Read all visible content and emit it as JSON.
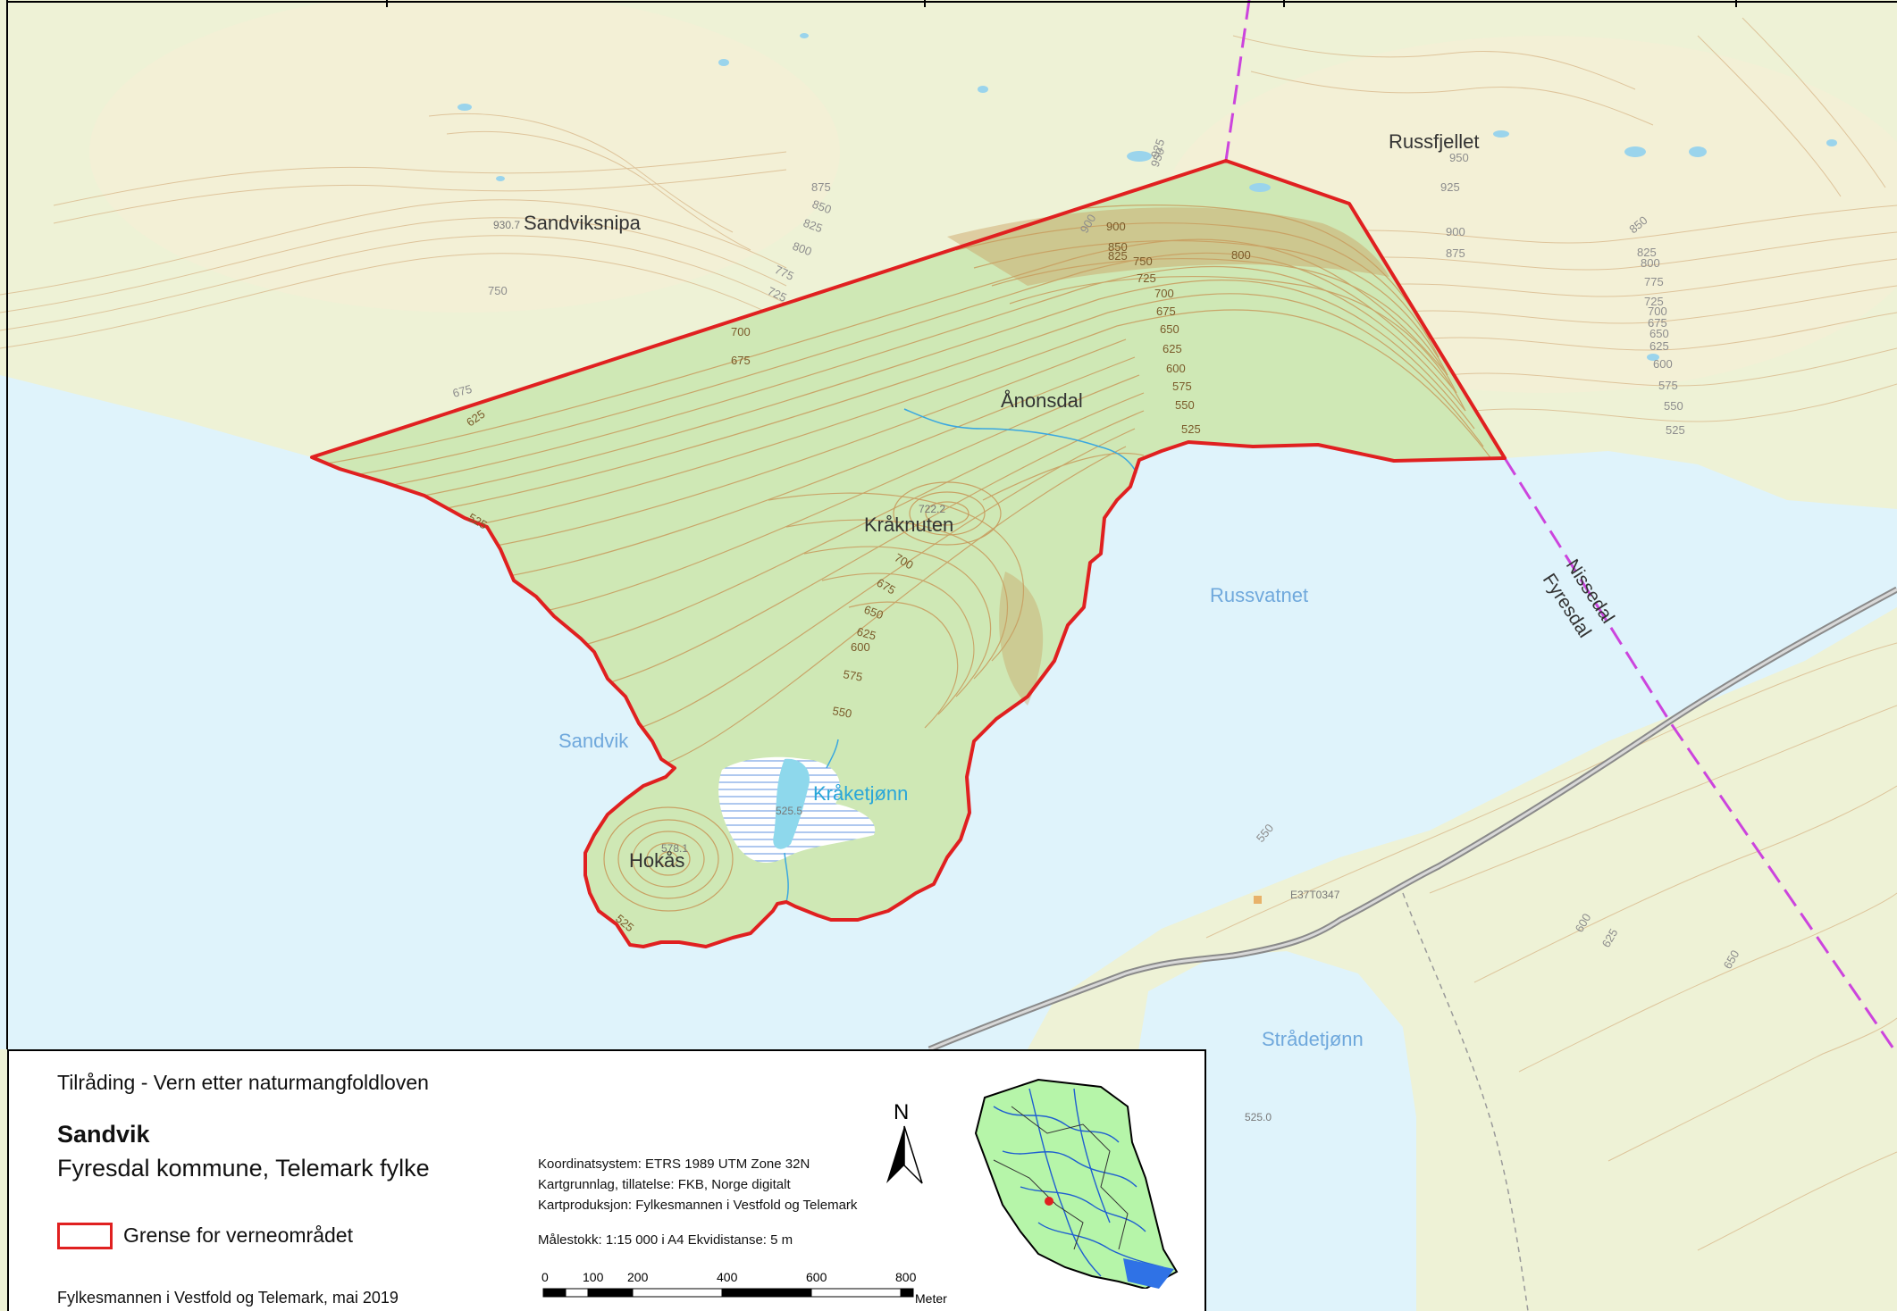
{
  "map": {
    "places": {
      "sandviksnipa": "Sandviksnipa",
      "russfjellet": "Russfjellet",
      "anonsdal": "Ånonsdal",
      "kraknuten": "Kråknuten",
      "hokas": "Hokås",
      "kraketjonn": "Kråketjønn",
      "russvatnet": "Russvatnet",
      "sandvik_water": "Sandvik",
      "strandetjonn": "Strådetjønn",
      "nissedal": "Nissedal",
      "fyresdal": "Fyresdal",
      "road_id": "E37T0347"
    },
    "spot_heights": {
      "sandviksnipa": "930.7",
      "kraknuten": "722.2",
      "hokas": "578.1",
      "kraketjonn": "525.5",
      "strandetjonn": "525.0"
    },
    "contours_inside": [
      "900",
      "850",
      "825",
      "750",
      "725",
      "800",
      "700",
      "675",
      "650",
      "625",
      "600",
      "575",
      "550",
      "525",
      "700",
      "675",
      "625",
      "525",
      "700",
      "675",
      "650",
      "625",
      "600",
      "575",
      "550",
      "525"
    ],
    "contours_outside": [
      "925",
      "950",
      "950",
      "925",
      "900",
      "875",
      "850",
      "825",
      "800",
      "775",
      "725",
      "700",
      "675",
      "650",
      "625",
      "600",
      "575",
      "550",
      "525",
      "900",
      "875",
      "850",
      "825",
      "800",
      "775",
      "750",
      "725",
      "675",
      "550",
      "600",
      "625",
      "650"
    ],
    "colors": {
      "land": "#eef2d6",
      "protected_area": "#cfe8b5",
      "water": "#dff3fb",
      "boundary": "#e02020",
      "municipal_border": "#cc44dd",
      "contour": "#c89a5c"
    }
  },
  "legend": {
    "subtitle": "Tilråding - Vern etter naturmangfoldloven",
    "name": "Sandvik",
    "municipality": "Fyresdal kommune, Telemark fylke",
    "boundary_label": "Grense for verneområdet",
    "credit": "Fylkesmannen i Vestfold og Telemark, mai 2019",
    "crs": "Koordinatsystem: ETRS 1989 UTM Zone 32N",
    "basemap": "Kartgrunnlag, tillatelse: FKB, Norge digitalt",
    "production": "Kartproduksjon: Fylkesmannen i Vestfold og Telemark",
    "scale": "Målestokk: 1:15 000  i A4   Ekvidistanse: 5 m",
    "scale_ticks": [
      "0",
      "100",
      "200",
      "400",
      "600",
      "800"
    ],
    "scale_unit": "Meter",
    "north": "N"
  }
}
